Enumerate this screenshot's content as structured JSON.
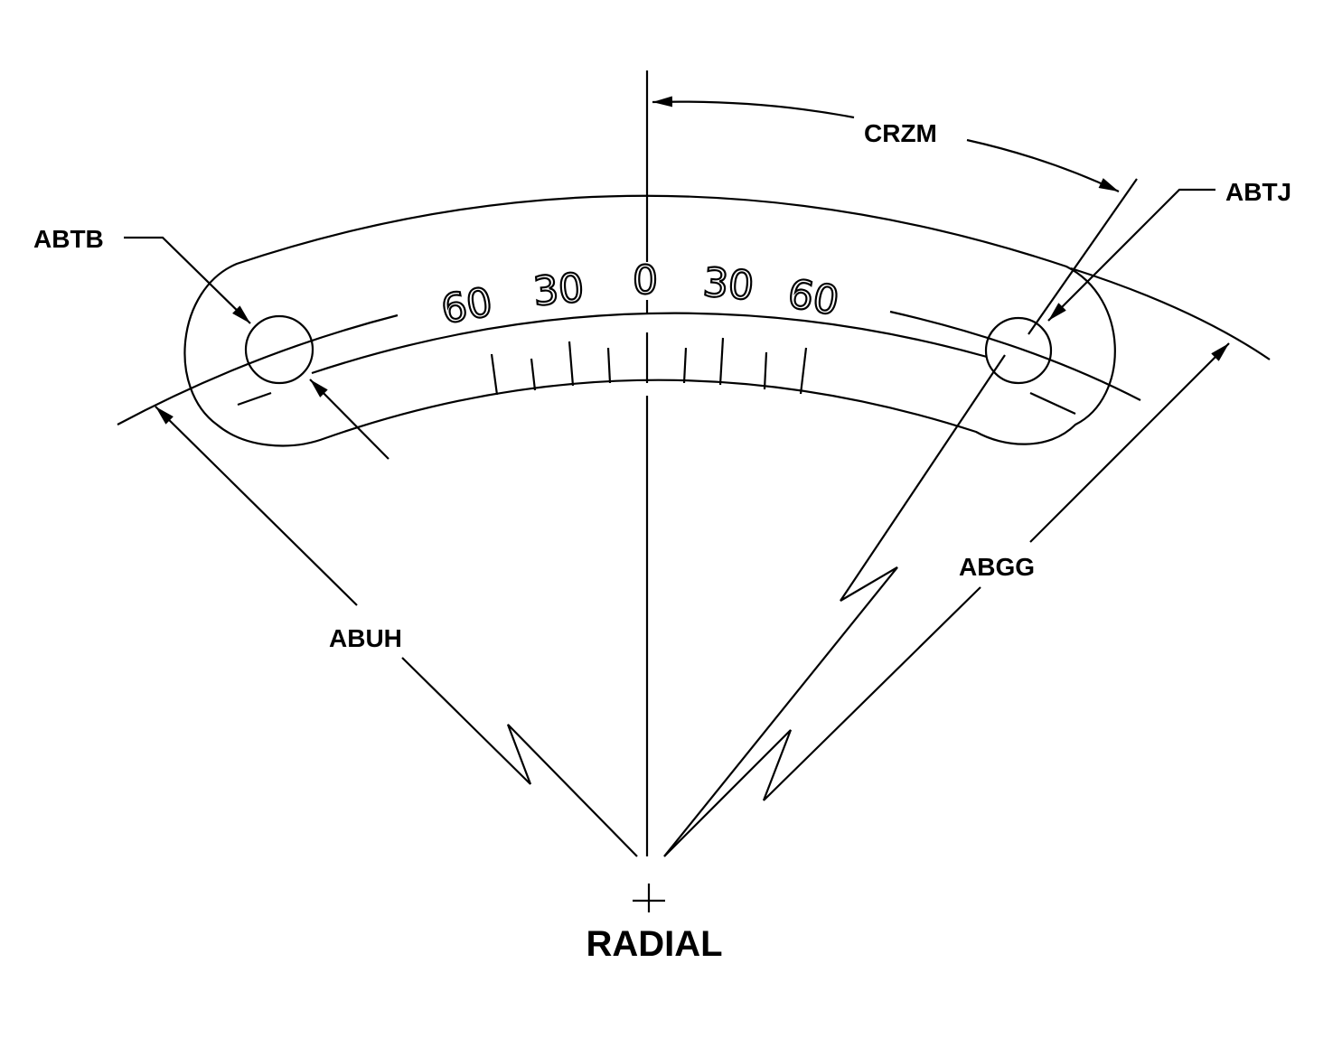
{
  "labels": {
    "crzm": "CRZM",
    "abtb": "ABTB",
    "abtj": "ABTJ",
    "abuh": "ABUH",
    "abgg": "ABGG",
    "radial": "RADIAL"
  },
  "scale": [
    "60",
    "30",
    "0",
    "30",
    "60"
  ]
}
